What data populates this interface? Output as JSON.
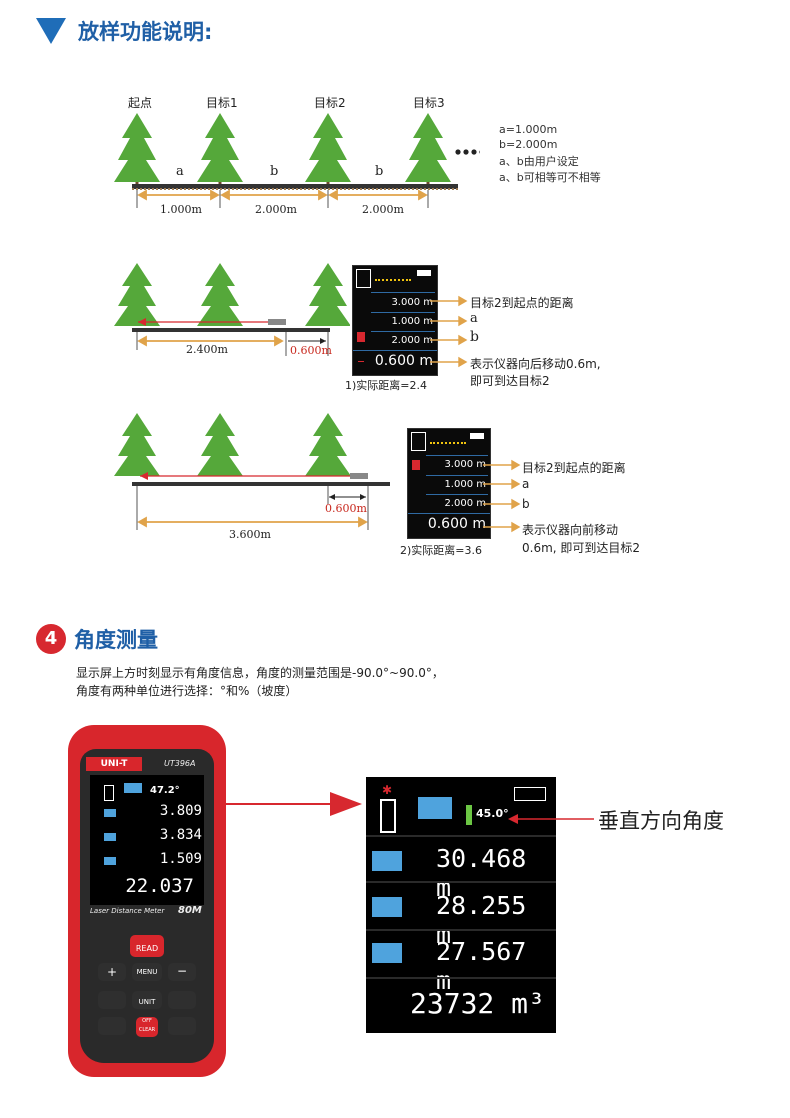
{
  "section1": {
    "title": "放样功能说明:",
    "diagram1": {
      "point_labels": [
        "起点",
        "目标1",
        "目标2",
        "目标3"
      ],
      "seg_labels": [
        "a",
        "b",
        "b"
      ],
      "distances": [
        "1.000m",
        "2.000m",
        "2.000m"
      ],
      "notes": [
        "a=1.000m",
        "b=2.000m",
        "a、b由用户设定",
        "a、b可相等可不相等"
      ]
    },
    "diagram2": {
      "distance_main": "2.400m",
      "distance_offset": "0.600m",
      "caption": "1)实际距离=2.4",
      "screen_rows": [
        "3.000 m",
        "1.000 m",
        "2.000 m"
      ],
      "screen_main": "0.600 m",
      "annotations": [
        "目标2到起点的距离",
        "a",
        "b",
        "表示仪器向后移动0.6m,",
        "即可到达目标2"
      ]
    },
    "diagram3": {
      "distance_main": "3.600m",
      "distance_offset": "0.600m",
      "caption": "2)实际距离=3.6",
      "screen_rows": [
        "3.000 m",
        "1.000 m",
        "2.000 m"
      ],
      "screen_main": "0.600 m",
      "annotations": [
        "目标2到起点的距离",
        "a",
        "b",
        "表示仪器向前移动",
        "0.6m, 即可到达目标2"
      ]
    }
  },
  "section4": {
    "number": "4",
    "title": "角度测量",
    "desc_line1": "显示屏上方时刻显示有角度信息，角度的测量范围是-90.0°~90.0°，",
    "desc_line2": "角度有两种单位进行选择：°和%（坡度）",
    "device": {
      "brand": "UNI-T",
      "model": "UT396A",
      "subtitle": "Laser Distance Meter",
      "range": "80M",
      "angle": "47.2°",
      "rows": [
        "3.809",
        "3.834",
        "1.509"
      ],
      "main": "22.037",
      "keys": {
        "read": "READ",
        "menu": "MENU",
        "unit": "UNIT",
        "off": "OFF CLEAR"
      }
    },
    "zoom_screen": {
      "angle": "45.0°",
      "rows": [
        "30.468 m",
        "28.255 m",
        "27.567 m"
      ],
      "main": "23732 m³"
    },
    "pointer_label": "垂直方向角度"
  },
  "colors": {
    "title_blue": "#1f5fa6",
    "tree_green": "#55a83a",
    "measure_orange": "#e0a34a",
    "arrow_red": "#d7282f"
  }
}
